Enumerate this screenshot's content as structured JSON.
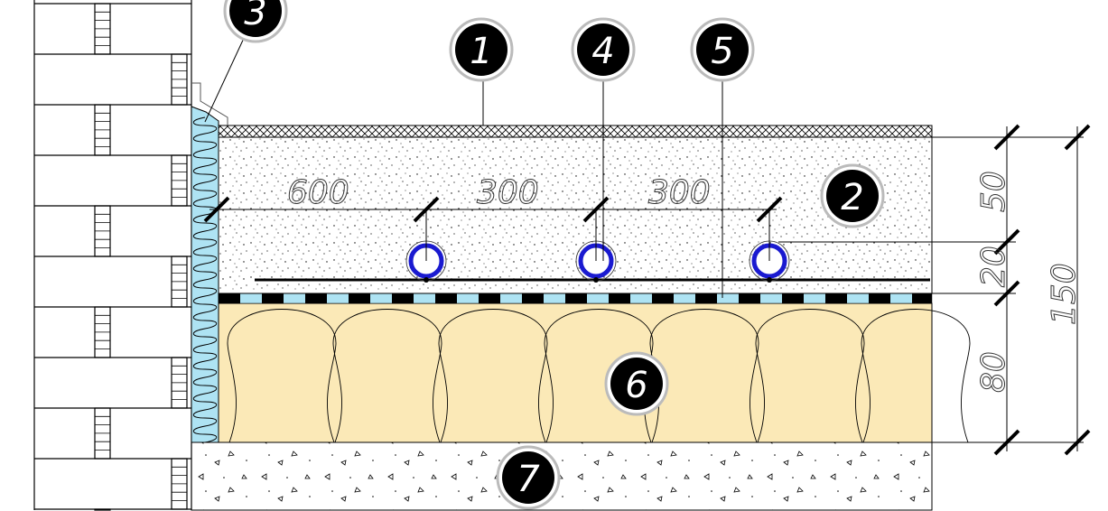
{
  "title": "Underfloor heating floor section",
  "colors": {
    "edge_insulation": "#aee3f3",
    "thermal_insulation": "#fbe9b7",
    "pipe": "#1a1ad0",
    "film_light": "#aee3f3",
    "callout_fill": "#000000",
    "callout_ring": "#bbbbbb"
  },
  "callouts": [
    {
      "id": "1",
      "label": "1"
    },
    {
      "id": "2",
      "label": "2"
    },
    {
      "id": "3",
      "label": "3"
    },
    {
      "id": "4",
      "label": "4"
    },
    {
      "id": "5",
      "label": "5"
    },
    {
      "id": "6",
      "label": "6"
    },
    {
      "id": "7",
      "label": "7"
    }
  ],
  "dimensions": {
    "horizontal": [
      "600",
      "300",
      "300"
    ],
    "vertical": [
      "50",
      "20",
      "80"
    ],
    "total": "150"
  }
}
